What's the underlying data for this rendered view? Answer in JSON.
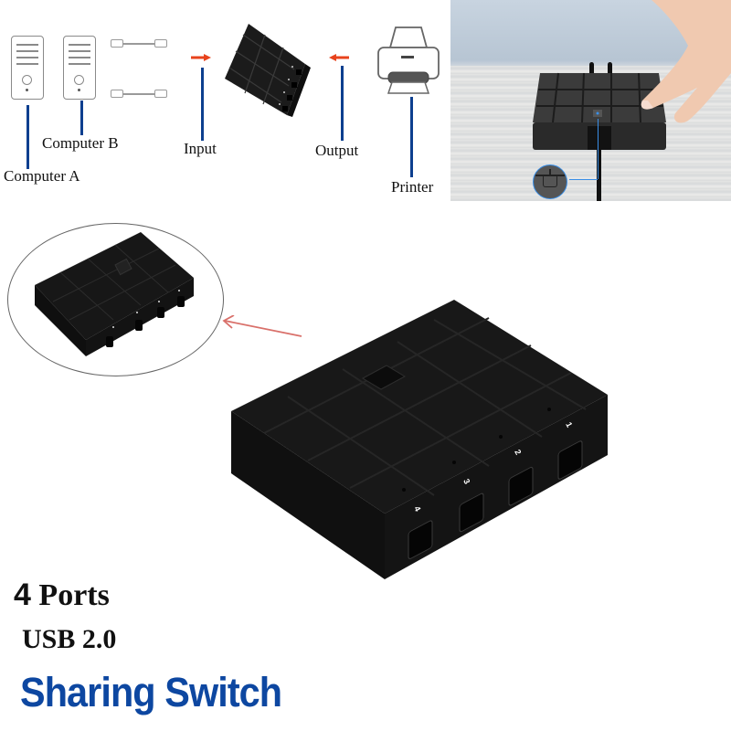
{
  "diagram": {
    "labels": {
      "computer_a": "Computer A",
      "computer_b": "Computer B",
      "input": "Input",
      "output": "Output",
      "printer": "Printer"
    },
    "colors": {
      "callout_line": "#0d3f8f",
      "arrow": "#e8431c",
      "device": "#161616"
    }
  },
  "photo": {
    "description": "Hand pressing switch button on device"
  },
  "product": {
    "port_labels": [
      "1",
      "2",
      "3",
      "4"
    ],
    "zoom_callout": "inset-view"
  },
  "captions": {
    "ports_number": "4",
    "ports_text": " Ports",
    "usb": "USB 2.0",
    "sharing": "Sharing Switch",
    "sharing_color": "#0d47a1"
  }
}
